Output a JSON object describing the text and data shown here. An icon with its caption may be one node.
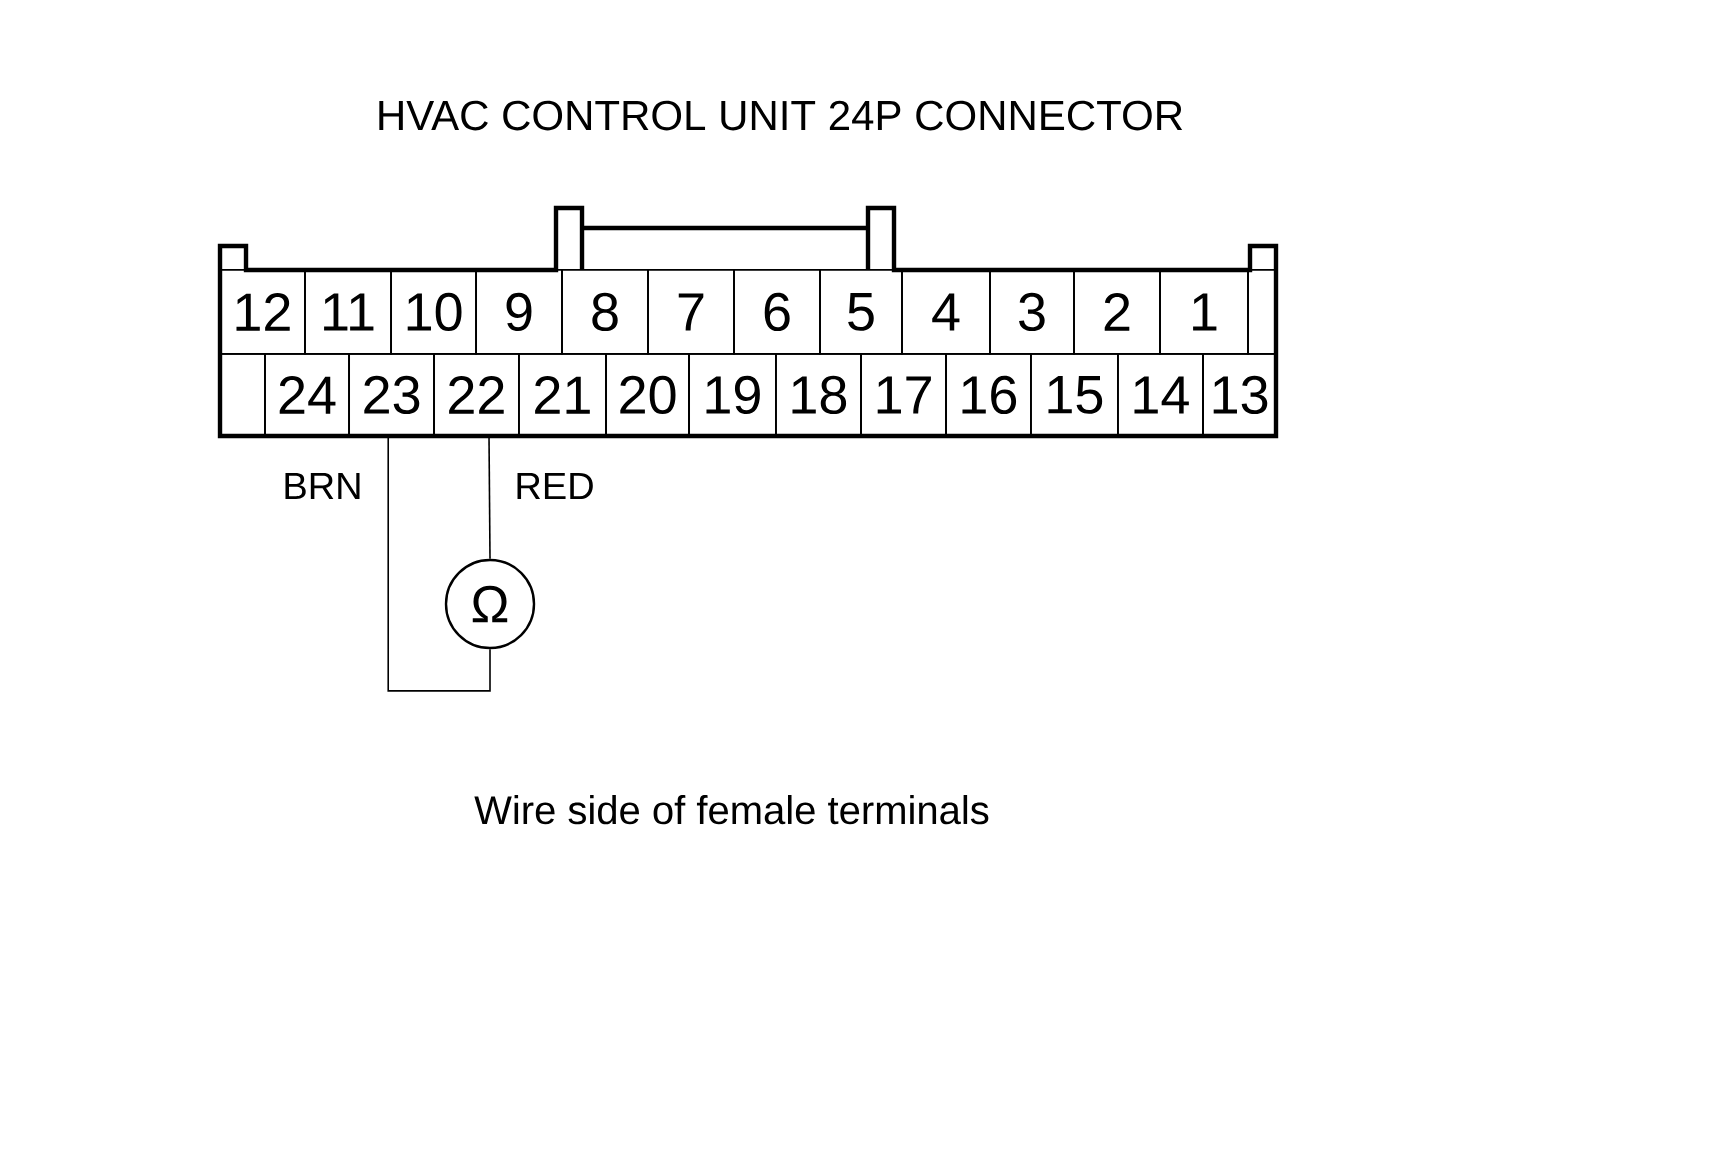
{
  "diagram": {
    "title": "HVAC CONTROL UNIT 24P CONNECTOR",
    "caption": "Wire side of female terminals",
    "nodes": [
      {
        "text": [
          "12"
        ]
      },
      {
        "text": [
          "11"
        ]
      },
      {
        "text": [
          "10"
        ]
      },
      {
        "text": [
          "9"
        ]
      },
      {
        "text": [
          "8"
        ]
      },
      {
        "text": [
          "7"
        ]
      },
      {
        "text": [
          "6"
        ]
      },
      {
        "text": [
          "5"
        ]
      },
      {
        "text": [
          "4"
        ]
      },
      {
        "text": [
          "3"
        ]
      },
      {
        "text": [
          "2"
        ]
      },
      {
        "text": [
          "1"
        ]
      },
      {
        "text": [],
        "shape": "box"
      },
      {
        "text": [],
        "shape": "box"
      },
      {
        "text": [
          "24"
        ]
      },
      {
        "text": [
          "23"
        ]
      },
      {
        "text": [
          "22"
        ]
      },
      {
        "text": [
          "21"
        ]
      },
      {
        "text": [
          "20"
        ]
      },
      {
        "text": [
          "19"
        ]
      },
      {
        "text": [
          "18"
        ]
      },
      {
        "text": [
          "17"
        ]
      },
      {
        "text": [
          "16"
        ]
      },
      {
        "text": [
          "15"
        ]
      },
      {
        "text": [
          "14"
        ]
      },
      {
        "text": [
          "13"
        ]
      },
      {
        "text": [
          "Ω"
        ]
      }
    ],
    "edges": [
      {
        "from": 15,
        "to": 26,
        "arrow": "none",
        "label": "BRN"
      },
      {
        "from": 16,
        "to": 26,
        "arrow": "none",
        "label": "RED"
      }
    ]
  }
}
